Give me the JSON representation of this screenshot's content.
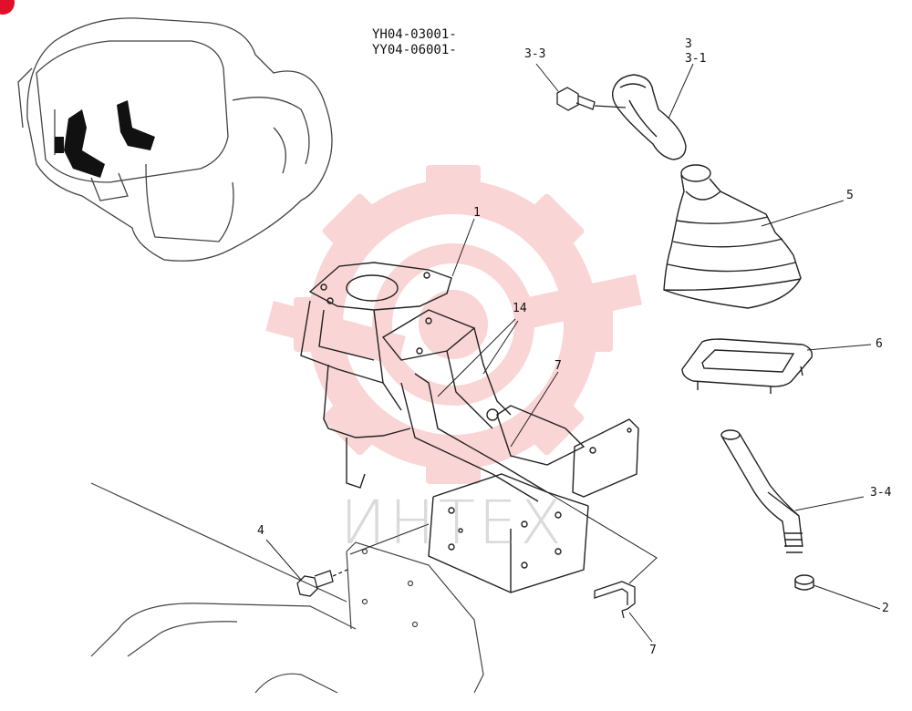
{
  "diagram": {
    "serials": [
      "YH04-03001-",
      "YY04-06001-"
    ],
    "callouts": {
      "c1": "1",
      "c14": "14",
      "c7_upper": "7",
      "c7_lower": "7",
      "c4": "4",
      "c33": "3-3",
      "c3": "3",
      "c31": "3-1",
      "c5": "5",
      "c6": "6",
      "c34": "3-4",
      "c2": "2"
    },
    "watermark": {
      "text": "ИНТЕХ",
      "color": "#f29a9a"
    },
    "colors": {
      "line": "#222222",
      "accent": "#e0102a"
    }
  }
}
